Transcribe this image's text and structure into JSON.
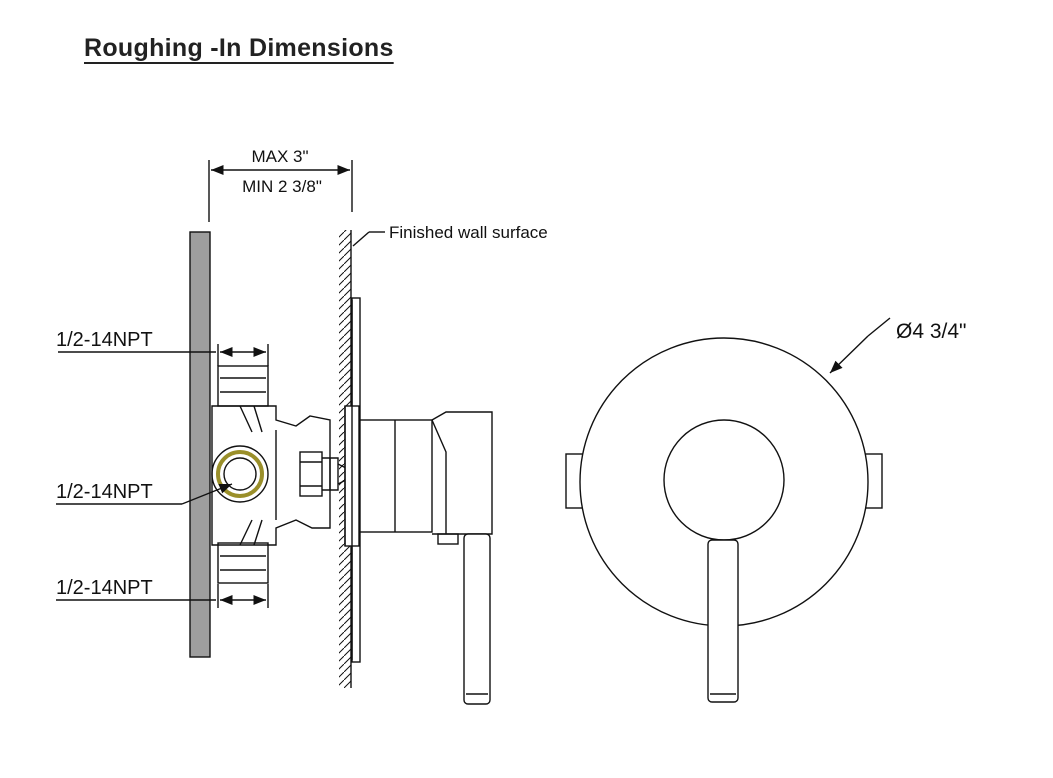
{
  "title": "Roughing -In Dimensions",
  "labels": {
    "max_depth": "MAX 3\"",
    "min_depth": "MIN 2 3/8\"",
    "finished_wall": "Finished wall surface",
    "port_top": "1/2-14NPT",
    "port_middle": "1/2-14NPT",
    "port_bottom": "1/2-14NPT",
    "trim_diameter": "Ø4 3/4\""
  },
  "colors": {
    "line": "#111111",
    "wall_fill": "#9e9e9e",
    "port_ring": "#9a8f2a"
  }
}
